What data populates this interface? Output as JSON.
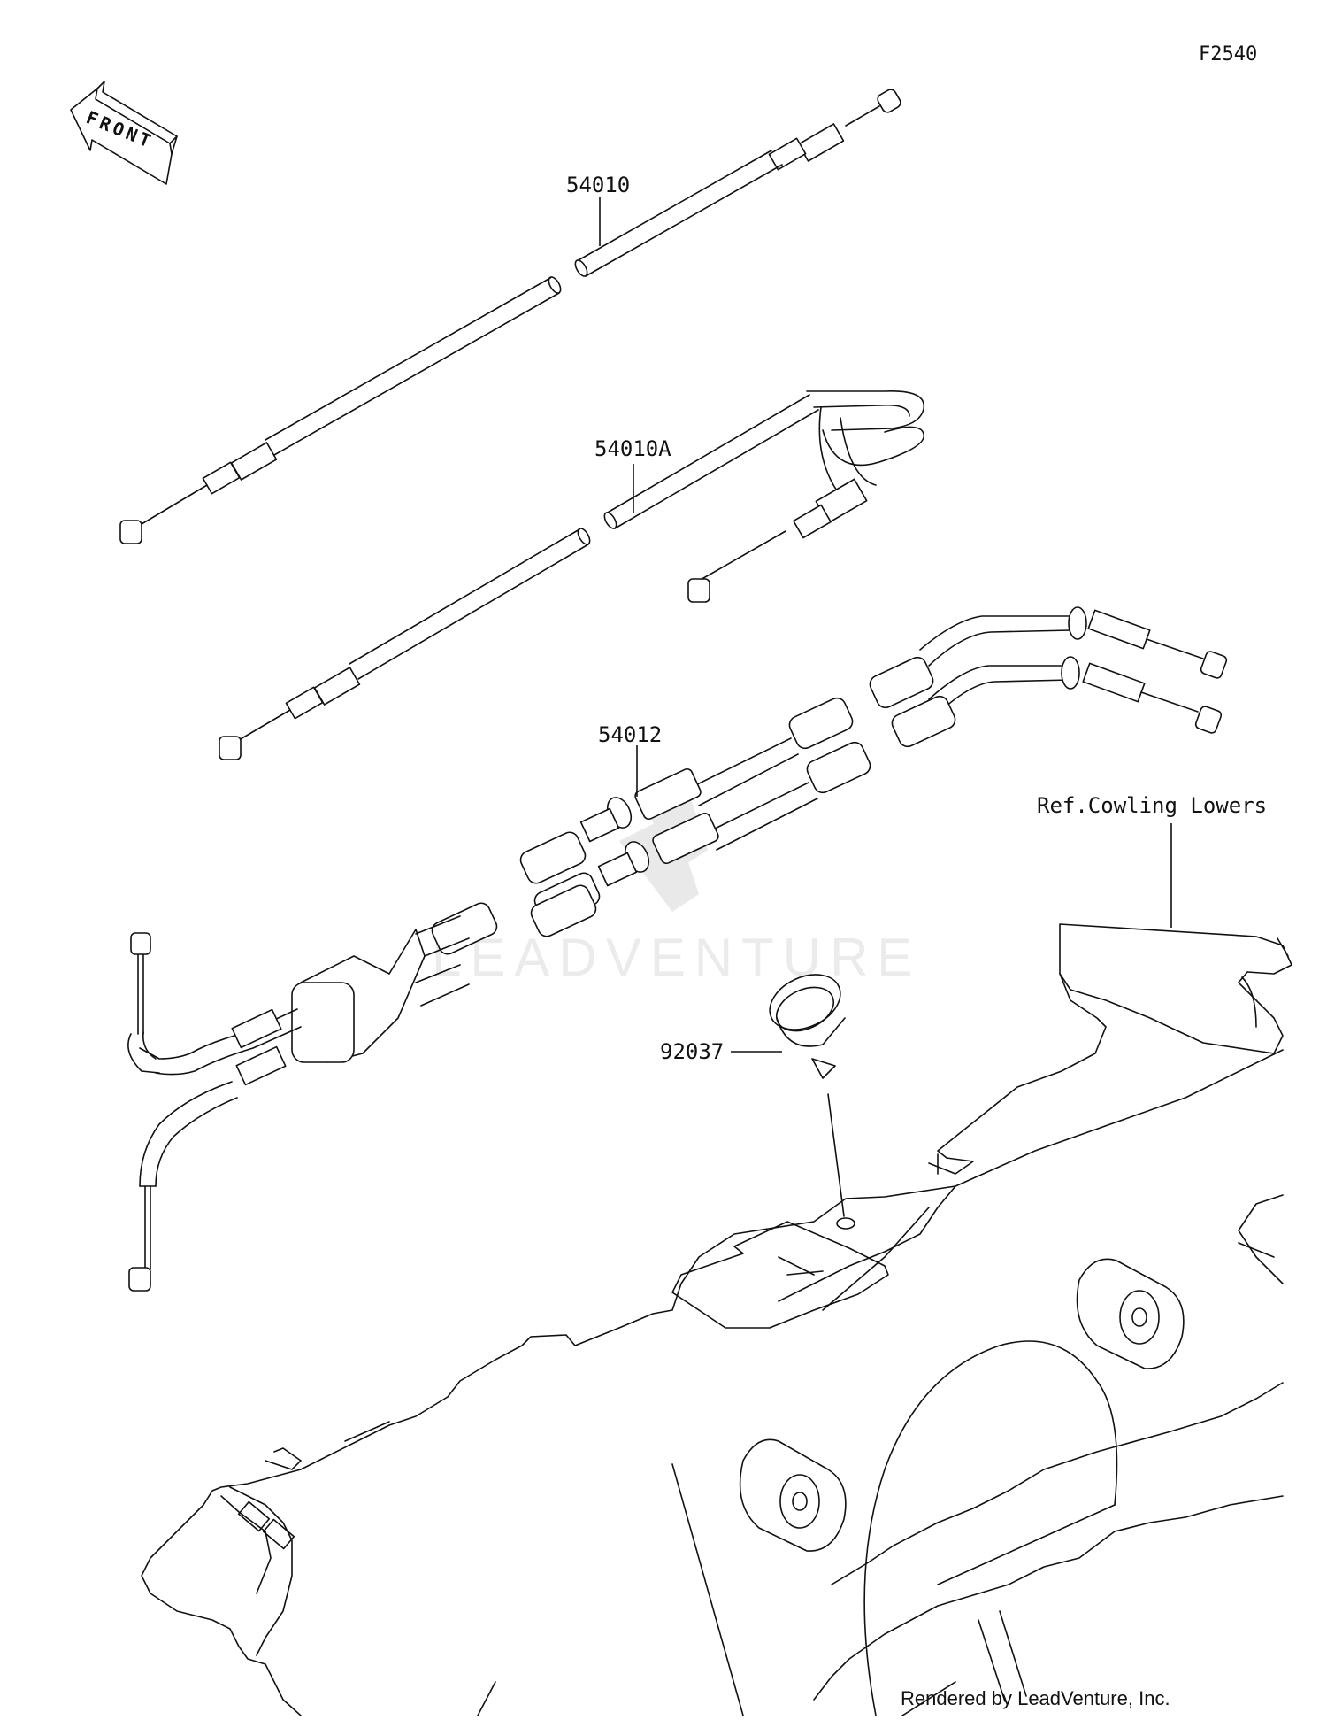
{
  "diagram": {
    "code": "F2540",
    "front_label": "FRONT",
    "watermark": "LEADVENTURE",
    "reference_label": "Ref.Cowling Lowers",
    "footer": "Rendered by LeadVenture, Inc.",
    "parts": [
      {
        "number": "54010"
      },
      {
        "number": "54010A"
      },
      {
        "number": "54012"
      },
      {
        "number": "92037"
      }
    ]
  },
  "colors": {
    "line": "#111111",
    "background": "#ffffff",
    "watermark": "#d8d8d8"
  }
}
